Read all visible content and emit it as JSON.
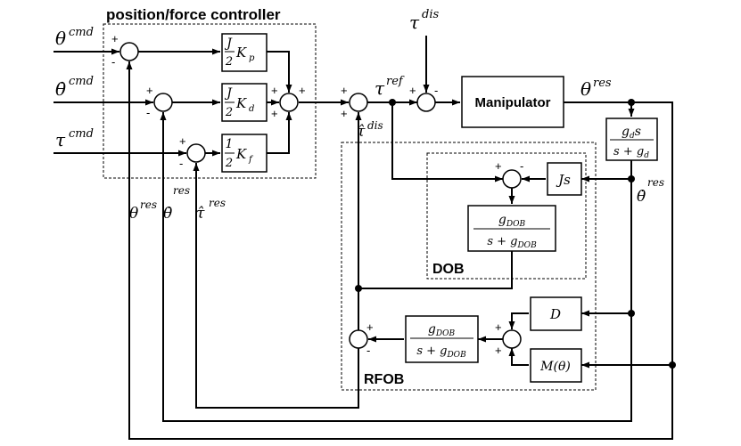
{
  "controller_title": "position/force controller",
  "dob_label": "DOB",
  "rfob_label": "RFOB",
  "inputs": {
    "theta_cmd": {
      "base": "θ",
      "sup": "cmd"
    },
    "thetadot_cmd": {
      "base": "θ̇",
      "sup": "cmd"
    },
    "tau_cmd": {
      "base": "τ",
      "sup": "cmd"
    }
  },
  "signals": {
    "tau_dis": {
      "base": "τ",
      "sup": "dis"
    },
    "tau_ref": {
      "base": "τ",
      "sup": "ref"
    },
    "tau_dis_hat": {
      "base": "τ̂",
      "sup": "dis"
    },
    "theta_res_out": {
      "base": "θ",
      "sup": "res"
    },
    "thetadot_res_right": {
      "base": "θ̇",
      "sup": "res"
    },
    "theta_res_fb": {
      "base": "θ",
      "sup": "res"
    },
    "thetadot_res_fb": {
      "base": "θ̇",
      "sup": "res"
    },
    "tau_res_hat": {
      "base": "τ̂",
      "sup": "res"
    }
  },
  "blocks": {
    "kp": {
      "num": "J",
      "den": "2",
      "gain": "K",
      "sub": "p"
    },
    "kd": {
      "num": "J",
      "den": "2",
      "gain": "K",
      "sub": "d"
    },
    "kf": {
      "num": "1",
      "den": "2",
      "gain": "K",
      "sub": "f"
    },
    "manipulator": "Manipulator",
    "lpf_vel": {
      "num": "g",
      "num_sub": "d",
      "num_tail": "s",
      "den": "s + g",
      "den_sub": "d"
    },
    "js": "Js",
    "dob_lpf": {
      "num": "g",
      "num_sub": "DOB",
      "den": "s + g",
      "den_sub": "DOB"
    },
    "rfob_lpf": {
      "num": "g",
      "num_sub": "DOB",
      "den": "s + g",
      "den_sub": "DOB"
    },
    "d_block": "D",
    "m_block": "M(θ)"
  },
  "signs": {
    "plus": "+",
    "minus": "-"
  }
}
